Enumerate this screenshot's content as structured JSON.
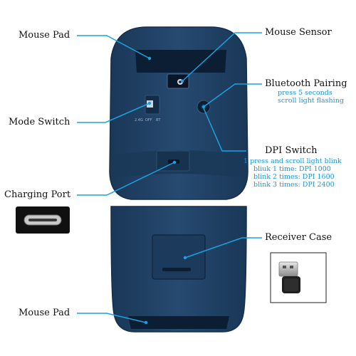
{
  "callouts": {
    "mouse_pad_top": "Mouse Pad",
    "mouse_sensor": "Mouse Sensor",
    "bluetooth_pairing": "Bluetooth Pairing",
    "bluetooth_notes": [
      "press 5 seconds",
      "scroll light flashing"
    ],
    "mode_switch": "Mode Switch",
    "dpi_switch": "DPI Switch",
    "dpi_notes": [
      "1 press and scroll light blink",
      "bliuk 1 time: DPI 1000",
      "blink 2 times: DPI 1600",
      "blink 3 times: DPI 2400"
    ],
    "charging_port": "Charging Port",
    "receiver_case": "Receiver Case",
    "mouse_pad_bottom": "Mouse Pad"
  },
  "switch_labels": [
    "2.4G",
    "OFF",
    "BT"
  ],
  "colors": {
    "mouse_body": "#1f3f63",
    "mouse_edge": "#152e4b",
    "pad": "#0c1e33",
    "leader_line": "#1aa3e0",
    "note_text": "#1a96d6"
  },
  "icons": [
    "usb-c-port-icon",
    "usb-receiver-icon"
  ]
}
